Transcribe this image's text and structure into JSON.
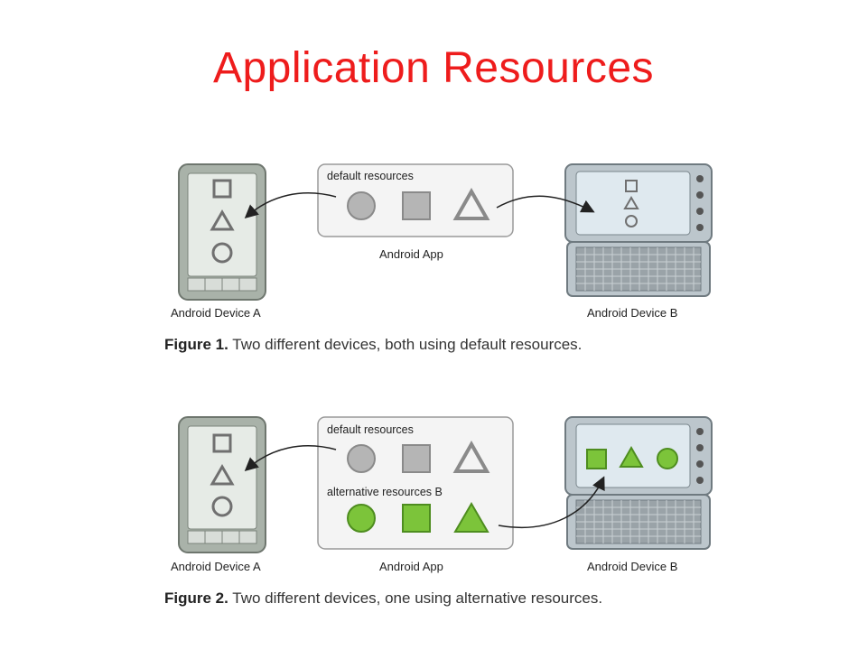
{
  "title": "Application Resources",
  "colors": {
    "title": "#ee1c1c",
    "device_frame": "#a9b2a9",
    "device_screen": "#e6ebe6",
    "tablet_frame": "#bcc6cc",
    "tablet_screen": "#dfe9ef",
    "default_shape": "#b5b5b5",
    "alternative_shape": "#7cc43a",
    "panel_bg": "#f4f4f4"
  },
  "figure1": {
    "default_label": "default resources",
    "app_label": "Android App",
    "device_a_label": "Android Device A",
    "device_b_label": "Android Device B",
    "caption_bold": "Figure 1.",
    "caption_text": " Two different devices, both using default resources."
  },
  "figure2": {
    "default_label": "default resources",
    "alternative_label": "alternative resources B",
    "app_label": "Android App",
    "device_a_label": "Android Device A",
    "device_b_label": "Android Device B",
    "caption_bold": "Figure 2.",
    "caption_text": " Two different devices, one using alternative resources."
  }
}
